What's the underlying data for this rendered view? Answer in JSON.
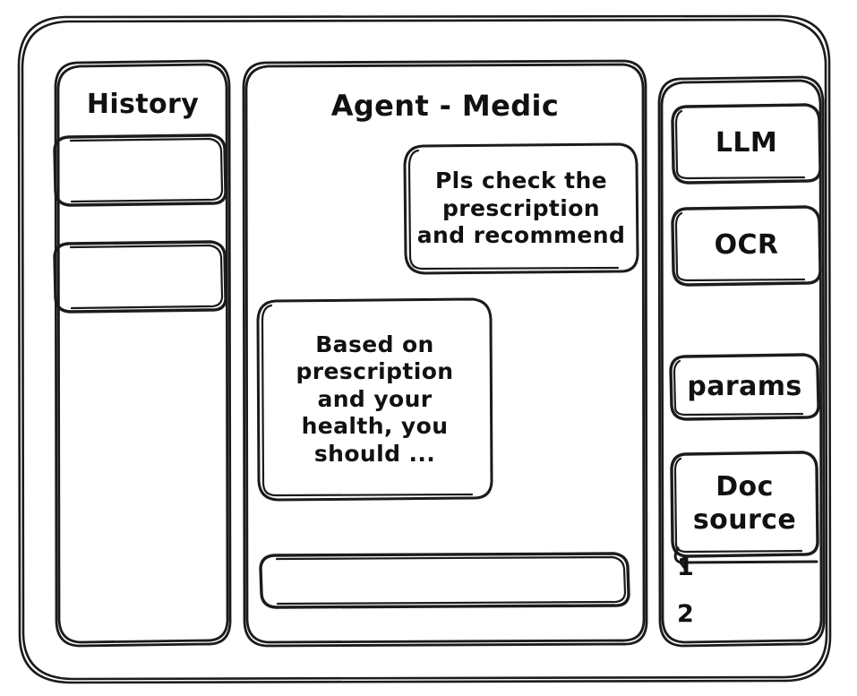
{
  "window": {
    "style": "hand-drawn-wireframe",
    "ink_color": "#1b1b1b",
    "background_color": "#ffffff"
  },
  "sidebar_left": {
    "title": "History",
    "items": [
      {
        "label": ""
      },
      {
        "label": ""
      }
    ]
  },
  "chat": {
    "title": "Agent - Medic",
    "messages": [
      {
        "role": "user",
        "text": "Pls check the\nprescription\nand recommend"
      },
      {
        "role": "assistant",
        "text": "Based on\nprescription\nand your\nhealth, you\nshould ..."
      }
    ],
    "composer": {
      "value": "",
      "placeholder": ""
    }
  },
  "sidebar_right": {
    "cards": [
      {
        "label": "LLM"
      },
      {
        "label": "OCR"
      },
      {
        "label": "params"
      },
      {
        "label": "Doc\nsource"
      }
    ],
    "source_list": [
      {
        "label": "1"
      },
      {
        "label": "2"
      }
    ]
  }
}
